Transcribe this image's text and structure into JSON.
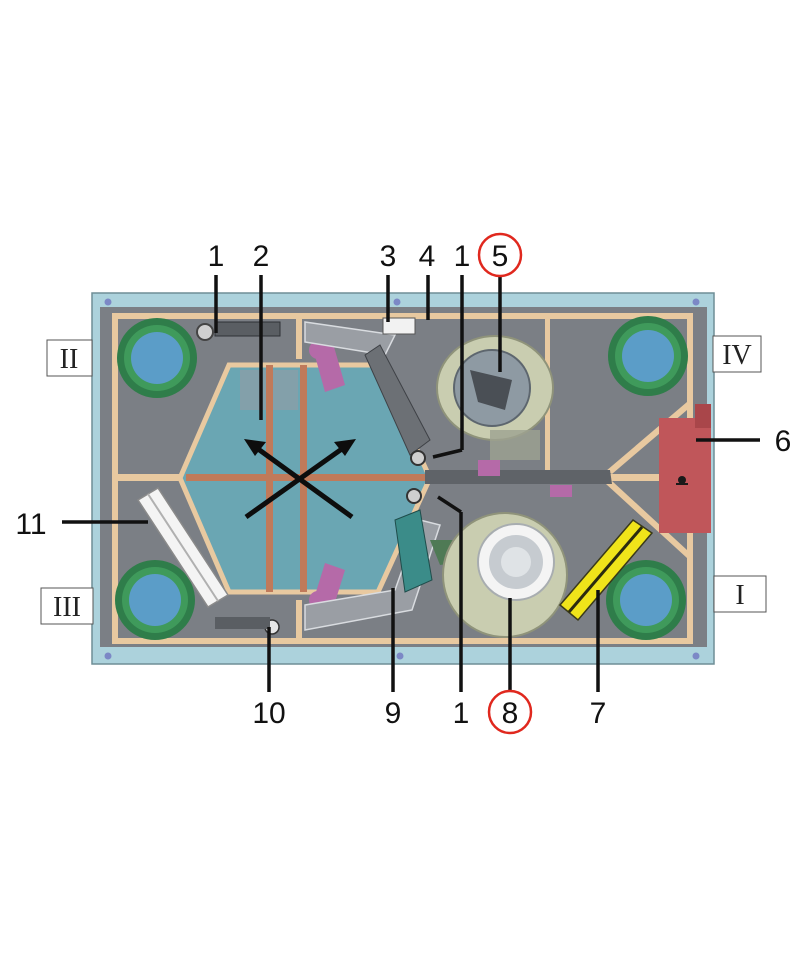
{
  "callouts": {
    "c1_top_left": "1",
    "c2": "2",
    "c3": "3",
    "c4": "4",
    "c1_top_mid": "1",
    "c5": "5",
    "c6": "6",
    "c11": "11",
    "c10": "10",
    "c9": "9",
    "c1_bottom": "1",
    "c8": "8",
    "c7": "7"
  },
  "ports": {
    "I": "I",
    "II": "II",
    "III": "III",
    "IV": "IV"
  },
  "colors": {
    "casing": "#acd2dc",
    "body": "#7b7f85",
    "wall": "#e8c9a0",
    "exchanger": "#6aa6b3",
    "duct_ring": "#2f7d4a",
    "duct_core": "#5b9dc8",
    "heater": "#c0565a",
    "filter_yellow": "#f0e41a",
    "filter_white": "#f4f4f4",
    "fan": "#c9cdb0",
    "highlight_ring": "#e0281e",
    "damper": "#b56aa8"
  }
}
